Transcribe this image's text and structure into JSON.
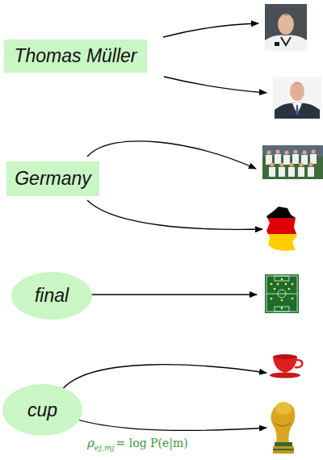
{
  "diagram": {
    "nodes": [
      {
        "text": [
          "Thomas Müller"
        ]
      },
      {
        "text": [
          "Germany"
        ]
      },
      {
        "text": [
          "final"
        ]
      },
      {
        "text": [
          "cup"
        ]
      }
    ],
    "labels": [
      "ρ",
      "ej,mj",
      "= log P(e|m)"
    ]
  }
}
